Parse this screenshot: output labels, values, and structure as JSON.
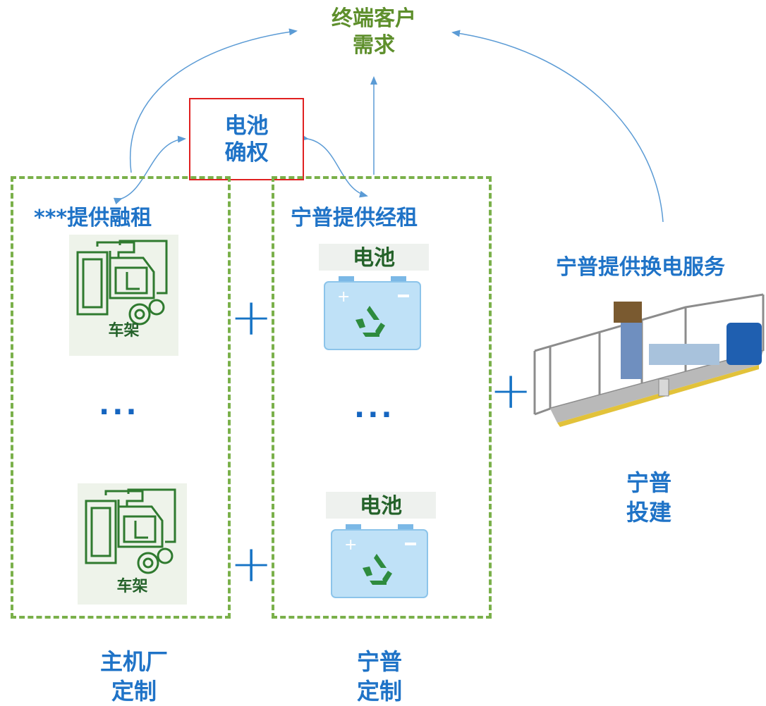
{
  "top": {
    "line1": "终端客户",
    "line2": "需求"
  },
  "confirm": {
    "line1": "电池",
    "line2": "确权"
  },
  "left_group": {
    "title": "***提供融租",
    "card_label": "车架",
    "ellipsis": "···",
    "footer_line1": "主机厂",
    "footer_line2": "定制"
  },
  "right_group": {
    "title": "宁普提供经租",
    "battery_label": "电池",
    "ellipsis": "···",
    "footer_line1": "宁普",
    "footer_line2": "定制"
  },
  "swap": {
    "title": "宁普提供换电服务",
    "footer_line1": "宁普",
    "footer_line2": "投建"
  },
  "plus_symbol": "+",
  "colors": {
    "blue": "#1f73c7",
    "green": "#5e8f2c",
    "dash": "#7ab04a",
    "confirm_border": "#e02020"
  }
}
